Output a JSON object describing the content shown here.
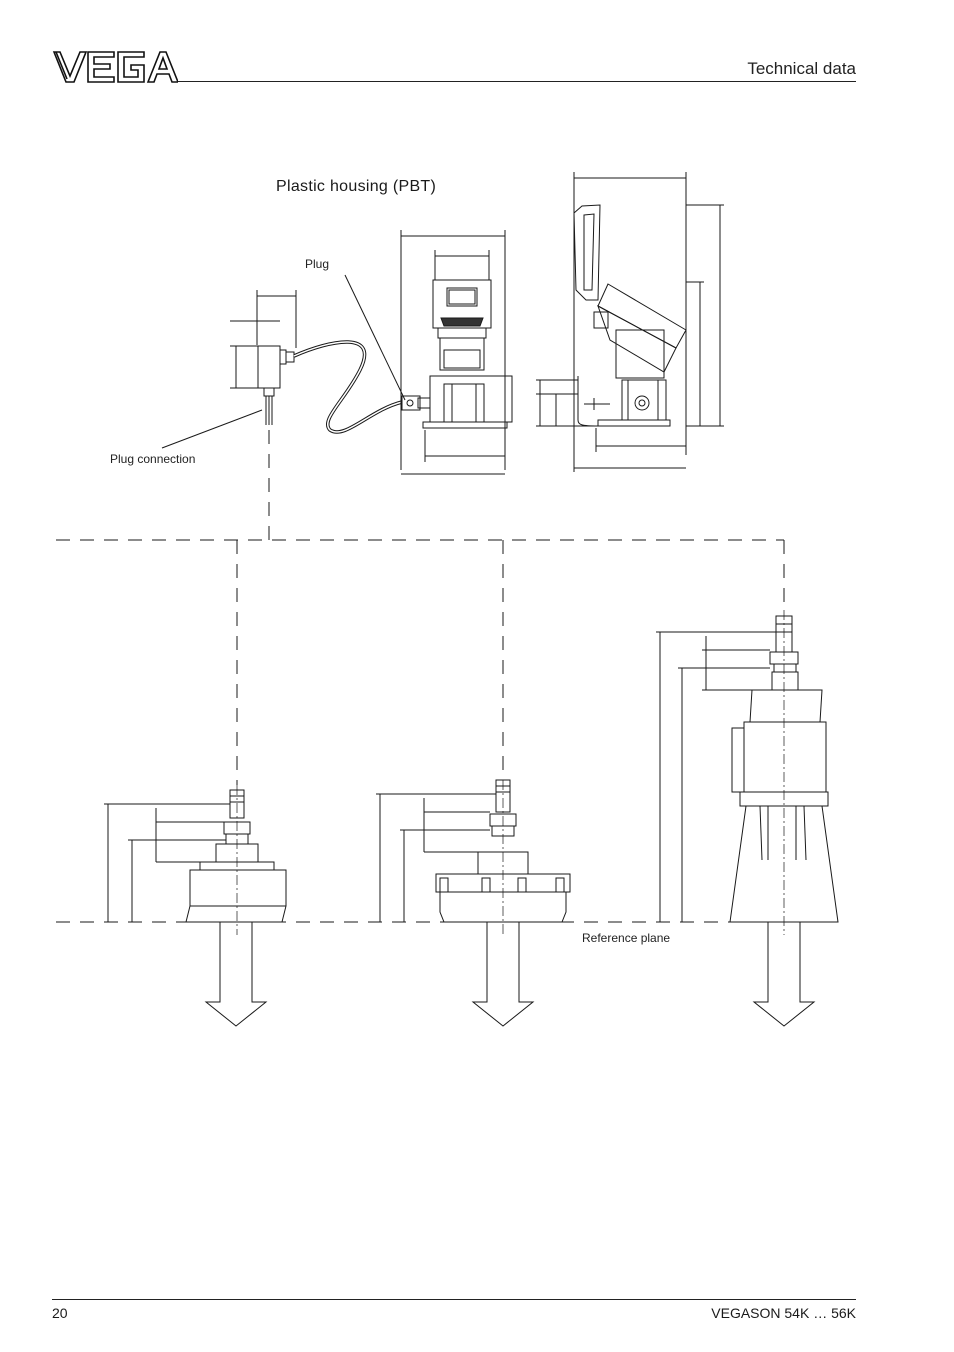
{
  "header": {
    "brand": "VEGA",
    "section_title": "Technical data"
  },
  "figure": {
    "title": "Plastic  housing  (PBT)",
    "labels": {
      "plug": "Plug",
      "plug_connection": "Plug connection",
      "reference_plane": "Reference plane"
    }
  },
  "footer": {
    "page_number": "20",
    "product_name": "VEGASON 54K … 56K"
  }
}
